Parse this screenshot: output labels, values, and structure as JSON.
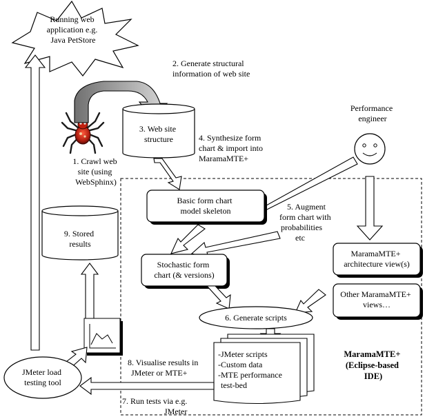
{
  "diagram": {
    "running_app": [
      "Running web",
      "application e.g.",
      "Java PetStore"
    ],
    "step1": [
      "1. Crawl web",
      "site (using",
      "WebSphinx)"
    ],
    "step2": [
      "2. Generate structural",
      "information of web site"
    ],
    "step3": [
      "3. Web site",
      "structure"
    ],
    "step4": [
      "4. Synthesize form",
      "chart & import into",
      "MaramaMTE+"
    ],
    "performance_engineer": [
      "Performance",
      "engineer"
    ],
    "step5": [
      "5. Augment",
      "form chart with",
      "probabilities",
      "etc"
    ],
    "basic_form_chart": [
      "Basic form chart",
      "model skeleton"
    ],
    "stochastic_form_chart": [
      "Stochastic form",
      "chart (& versions)"
    ],
    "architecture_view": [
      "MaramaMTE+",
      "architecture view(s)"
    ],
    "other_views": [
      "Other MaramaMTE+",
      "views…"
    ],
    "step6": "6. Generate scripts",
    "scripts_doc": [
      "-JMeter scripts",
      "-Custom data",
      "-MTE performance",
      "test-bed"
    ],
    "ide_label": [
      "MaramaMTE+",
      "(Eclipse-based",
      "IDE)"
    ],
    "step9": [
      "9. Stored",
      "results"
    ],
    "step8": [
      "8. Visualise results in",
      "JMeter or MTE+"
    ],
    "jmeter_tool": [
      "JMeter load",
      "testing tool"
    ],
    "step7": [
      "7. Run tests via e.g.",
      "JMeter"
    ]
  }
}
